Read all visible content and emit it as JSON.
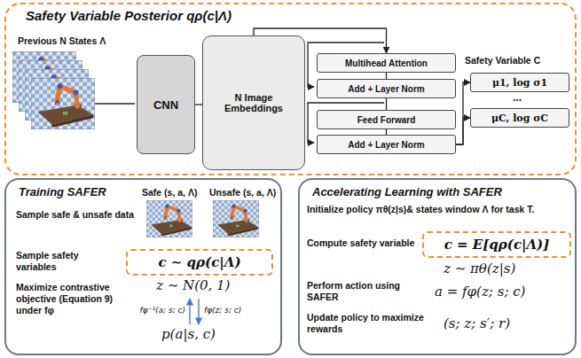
{
  "diagram": {
    "nodes": [
      {
        "text": [
          "Safety Variable Posterior qρ(c|Λ)"
        ]
      },
      {
        "text": [
          "CNN"
        ],
        "in": 0
      },
      {
        "text": [
          "N Image Embeddings"
        ],
        "in": 0
      },
      {
        "text": [
          "Multihead Attention"
        ],
        "in": 0
      },
      {
        "text": [
          "Add + Layer Norm"
        ],
        "in": 0
      },
      {
        "text": [
          "Feed Forward"
        ],
        "in": 0
      },
      {
        "text": [
          "Add + Layer Norm"
        ],
        "in": 0
      },
      {
        "text": [
          "μ1, log σ1"
        ],
        "in": 0
      },
      {
        "text": [
          "μC, log σC"
        ],
        "in": 0
      },
      {
        "text": [
          "Training SAFER"
        ]
      },
      {
        "text": [
          "c ∼ qρ(c|Λ)"
        ],
        "in": 9
      },
      {
        "text": [
          "Accelerating Learning with SAFER"
        ]
      },
      {
        "text": [
          "c = E[qρ(c|Λ)]"
        ],
        "in": 11
      }
    ],
    "edges": [
      {
        "from": 1,
        "to": 2,
        "arrow": "none"
      },
      {
        "from": 2,
        "to": 3,
        "arrow": "to"
      },
      {
        "from": 3,
        "to": 4,
        "arrow": "none"
      },
      {
        "from": 4,
        "to": 5,
        "arrow": "none"
      },
      {
        "from": 5,
        "to": 6,
        "arrow": "none"
      },
      {
        "from": 6,
        "to": 7,
        "arrow": "to"
      },
      {
        "from": 6,
        "to": 8,
        "arrow": "to"
      }
    ],
    "labels": [
      "Previous N States Λ",
      "Safety Variable C",
      "...",
      "Safe (s, a, Λ)",
      "Unsafe (s, a, Λ)",
      "Sample safe & unsafe data",
      "Sample safety variables",
      "Maximize contrastive objective (Equation 9) under fφ",
      "z ∼ N(0, 1)",
      "fφ⁻¹(a; s; c)",
      "fφ(z; s; c)",
      "p(a|s, c)",
      "Initialize policy πθ(z|s)& states window Λ for task T.",
      "Compute safety variable",
      "z ∼ πθ(z|s)",
      "Perform action using SAFER",
      "a = fφ(z; s; c)",
      "Update policy to maximize rewards",
      "(s; z; s′; r)"
    ]
  }
}
